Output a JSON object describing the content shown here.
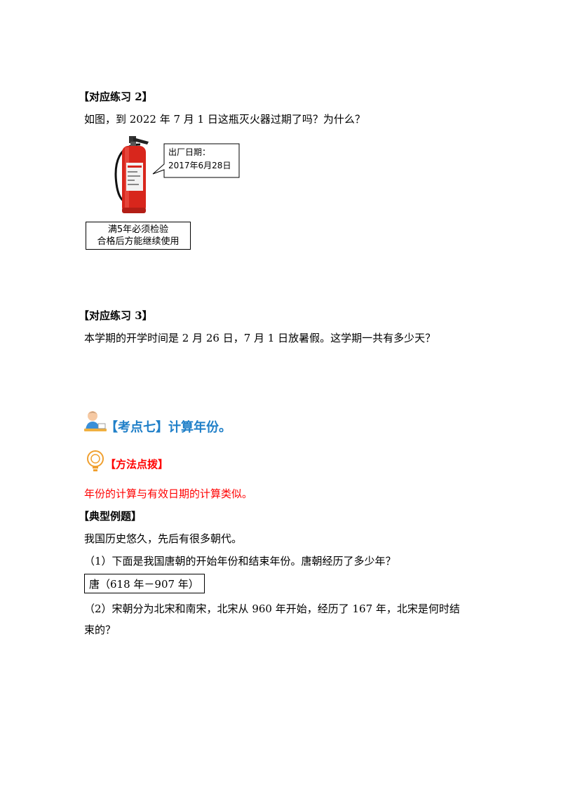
{
  "practice2": {
    "heading": "【对应练习 2】",
    "question": "如图，到 2022 年 7 月 1 日这瓶灭火器过期了吗？为什么？",
    "callout_line1": "出厂日期：",
    "callout_line2": "2017年6月28日",
    "note_line1": "满5年必须检验",
    "note_line2": "合格后方能继续使用"
  },
  "practice3": {
    "heading": "【对应练习 3】",
    "question": "本学期的开学时间是 2 月 26 日，7 月 1 日放暑假。这学期一共有多少天？"
  },
  "section7": {
    "title": "【考点七】计算年份。",
    "method_heading": "【方法点拨】",
    "method_text": "年份的计算与有效日期的计算类似。",
    "example_heading": "【典型例题】",
    "example_intro": "我国历史悠久，先后有很多朝代。",
    "q1": "（1）下面是我国唐朝的开始年份和结束年份。唐朝经历了多少年？",
    "tang_box": "唐（618 年－907 年）",
    "q2_line1": "（2）宋朝分为北宋和南宋，北宋从 960 年开始，经历了 167 年，北宋是何时结",
    "q2_line2": "束的？"
  },
  "colors": {
    "heading_blue": "#1f7fc8",
    "method_red": "#ff0000",
    "extinguisher_red": "#d8261c"
  },
  "icons": {
    "section_icon": "student-at-desk-icon",
    "method_icon": "lightbulb-icon"
  }
}
